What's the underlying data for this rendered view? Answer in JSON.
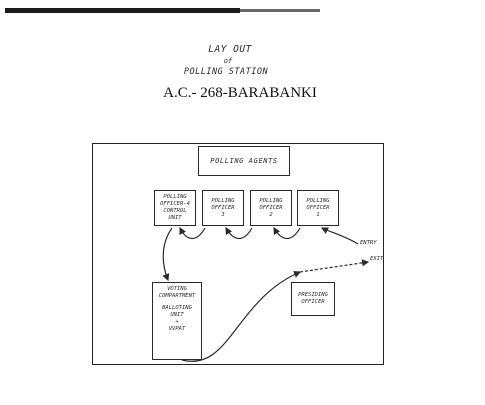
{
  "title": {
    "line1": "LAY OUT",
    "line2": "of",
    "line3": "POLLING STATION",
    "constituency": "A.C.- 268-BARABANKI"
  },
  "boxes": {
    "polling_agents": "POLLING AGENTS",
    "polling_officer_4": "POLLING\nOFFICER-4\nCONTROL UNIT",
    "polling_officer_3": "POLLING\nOFFICER\n3",
    "polling_officer_2": "POLLING\nOFFICER\n2",
    "polling_officer_1": "POLLING\nOFFICER\n1",
    "voting_compartment": "VOTING\nCOMPARTMENT",
    "voting_unit": "BALLOTING\nUNIT\n+\nVVPAT",
    "presiding_officer": "PRESIDING\nOFFICER"
  },
  "labels": {
    "entry": "ENTRY",
    "exit": "EXIT"
  },
  "colors": {
    "ink": "#2a2a2a",
    "paper": "#ffffff"
  }
}
